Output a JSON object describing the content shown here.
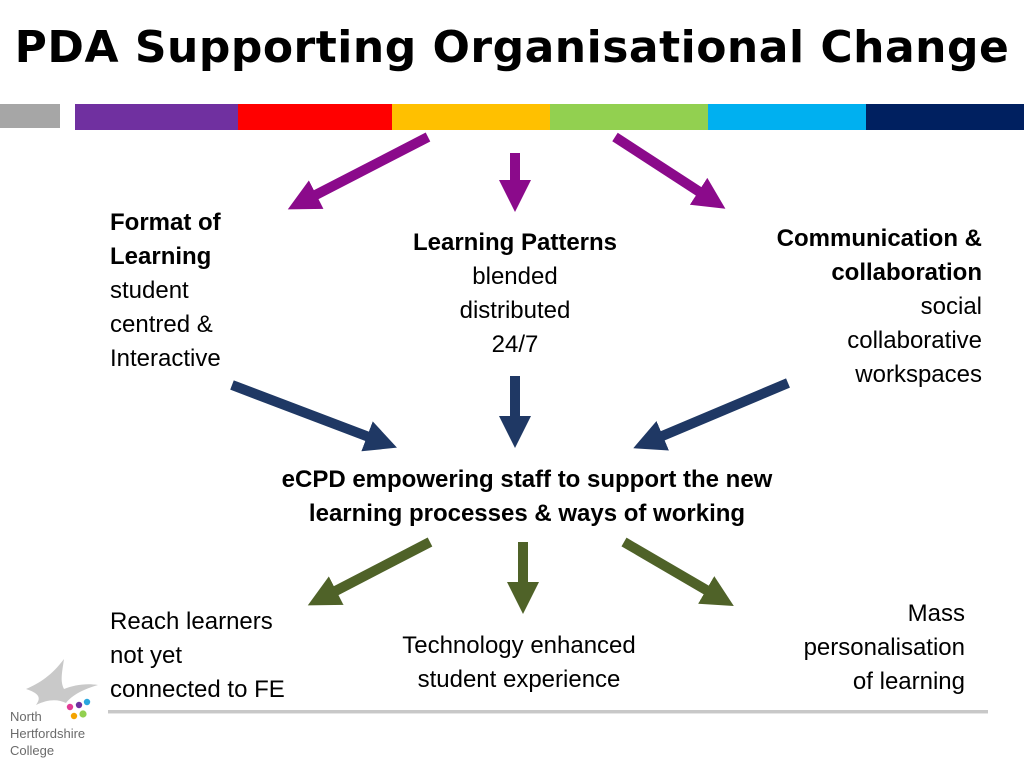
{
  "title": "PDA Supporting Organisational Change",
  "colors": {
    "band": [
      "#7030a0",
      "#ff0000",
      "#ffc000",
      "#92d050",
      "#00b0f0",
      "#002060"
    ],
    "gray_tab": "#a6a6a6",
    "arrow_top": "#8b0a8b",
    "arrow_middle": "#1f3864",
    "arrow_bottom": "#4f6228"
  },
  "top_row": {
    "format": {
      "heading_line1": "Format of",
      "heading_line2": "Learning",
      "line1": "student",
      "line2": "centred &",
      "line3": "Interactive"
    },
    "patterns": {
      "heading": "Learning Patterns",
      "line1": "blended",
      "line2": "distributed",
      "line3": "24/7"
    },
    "communication": {
      "heading_line1": "Communication &",
      "heading_line2": "collaboration",
      "line1": "social",
      "line2": "collaborative",
      "line3": "workspaces"
    }
  },
  "center": {
    "line1": "eCPD empowering staff to support the new",
    "line2": "learning processes & ways of working"
  },
  "bottom_row": {
    "reach": {
      "line1": "Reach learners",
      "line2": "not yet",
      "line3": "connected to FE"
    },
    "technology": {
      "line1": "Technology enhanced",
      "line2": "student experience"
    },
    "mass": {
      "line1": "Mass",
      "line2": "personalisation",
      "line3": "of learning"
    }
  },
  "logo": {
    "line1": "North",
    "line2": "Hertfordshire",
    "line3": "College"
  }
}
